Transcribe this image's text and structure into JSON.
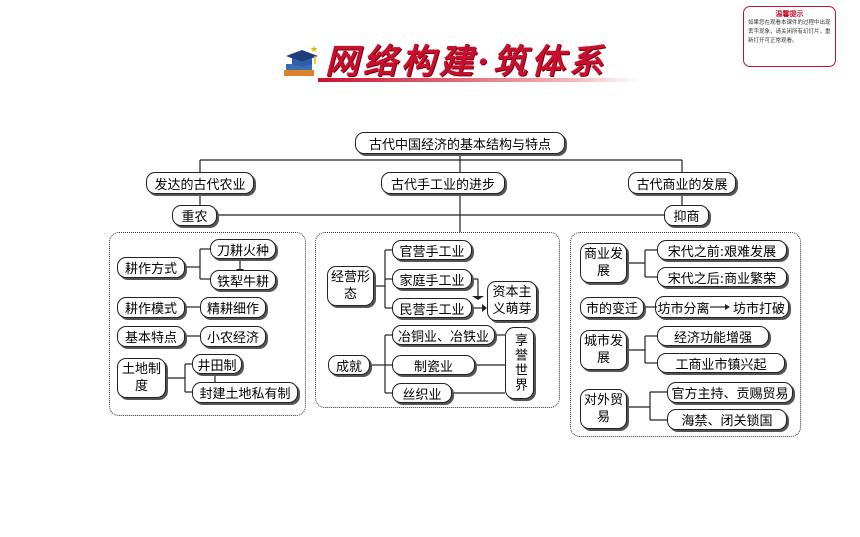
{
  "header": {
    "title": "网络构建·筑体系"
  },
  "tip": {
    "title": "温馨提示",
    "body": "如果您在观看本课件的过程中出现丢字现象，请关闭所有幻灯片，重新打开可正常观看。"
  },
  "root": "古代中国经济的基本结构与特点",
  "branches": {
    "agri": "发达的古代农业",
    "craft": "古代手工业的进步",
    "comm": "古代商业的发展"
  },
  "policy": {
    "left": "重农",
    "right": "抑商"
  },
  "agri": {
    "farming_method": "耕作方式",
    "slash_burn": "刀耕火种",
    "iron_ox": "铁犁牛耕",
    "farming_mode": "耕作模式",
    "intensive": "精耕细作",
    "basic_feature": "基本特点",
    "small_peasant": "小农经济",
    "land_system": "土地制度",
    "well_field": "井田制",
    "feudal_land": "封建土地私有制"
  },
  "craft": {
    "forms": "经营形态",
    "official": "官营手工业",
    "family": "家庭手工业",
    "private": "民营手工业",
    "capitalism": "资本主义萌芽",
    "achievements": "成就",
    "metallurgy": "冶铜业、冶铁业",
    "porcelain": "制瓷业",
    "textile": "丝织业",
    "world_fame": "享誉世界"
  },
  "comm": {
    "dev": "商业发展",
    "before_song": "宋代之前:艰难发展",
    "after_song": "宋代之后:商业繁荣",
    "market_change": "市的变迁",
    "fang_shi_separate": "坊市分离",
    "fang_shi_break": "坊市打破",
    "city_dev": "城市发展",
    "econ_function": "经济功能增强",
    "commerce_towns": "工商业市镇兴起",
    "foreign_trade": "对外贸易",
    "official_trade": "官方主持、贡赐贸易",
    "sea_ban": "海禁、闭关锁国"
  }
}
